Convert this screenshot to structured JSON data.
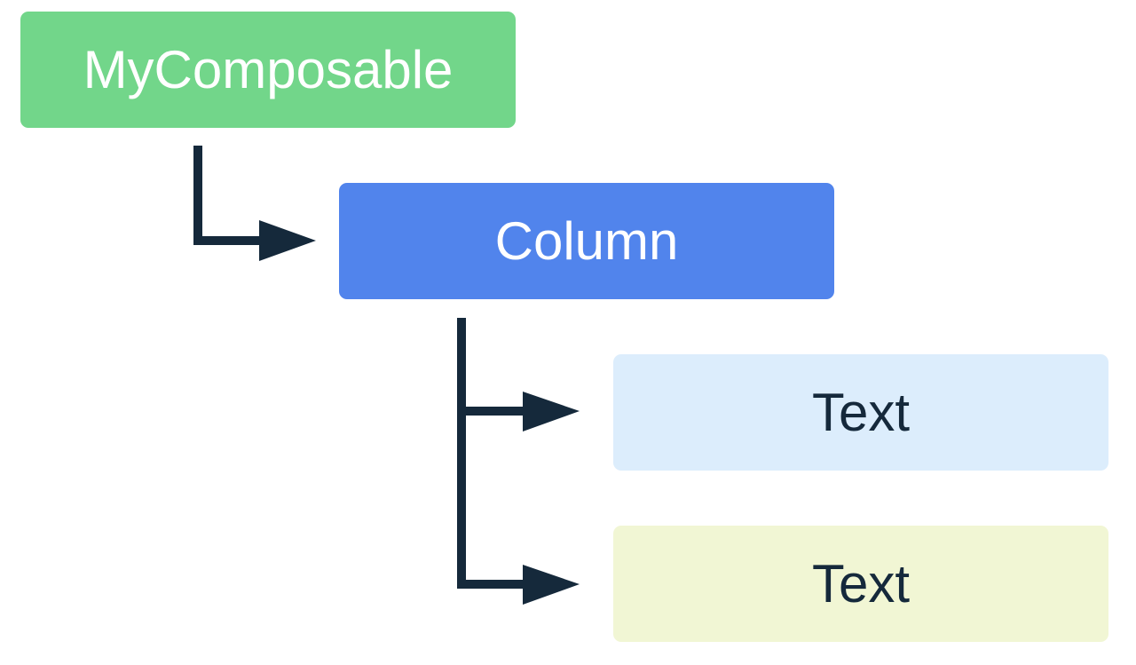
{
  "nodes": {
    "root": {
      "label": "MyComposable",
      "fill": "#72d68a",
      "text_color": "#ffffff"
    },
    "column": {
      "label": "Column",
      "fill": "#5184ec",
      "text_color": "#ffffff"
    },
    "text_1": {
      "label": "Text",
      "fill": "#dcedfc",
      "text_color": "#15293b"
    },
    "text_2": {
      "label": "Text",
      "fill": "#f1f6d4",
      "text_color": "#15293b"
    }
  },
  "edges": [
    {
      "from": "root",
      "to": "column"
    },
    {
      "from": "column",
      "to": "text_1"
    },
    {
      "from": "column",
      "to": "text_2"
    }
  ],
  "connector_color": "#15293b"
}
